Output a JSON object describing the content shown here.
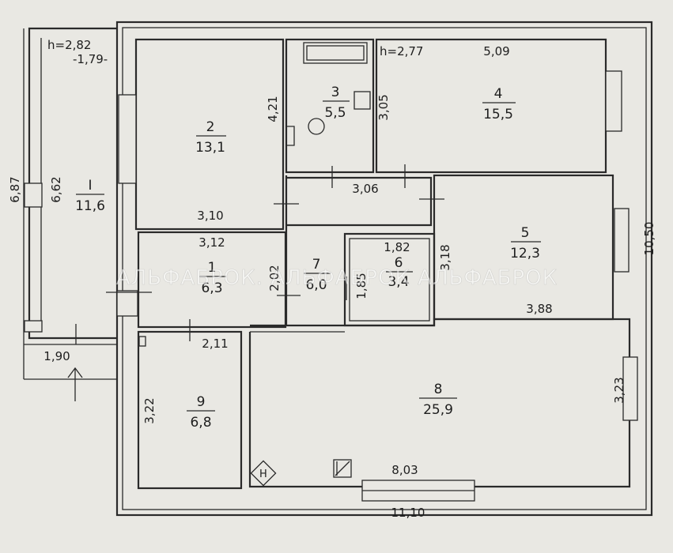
{
  "rooms": [
    {
      "id": "I",
      "area": "11,6"
    },
    {
      "id": "1",
      "area": "6,3"
    },
    {
      "id": "2",
      "area": "13,1"
    },
    {
      "id": "3",
      "area": "5,5"
    },
    {
      "id": "4",
      "area": "15,5"
    },
    {
      "id": "5",
      "area": "12,3"
    },
    {
      "id": "6",
      "area": "3,4"
    },
    {
      "id": "7",
      "area": "6,0"
    },
    {
      "id": "8",
      "area": "25,9"
    },
    {
      "id": "9",
      "area": "6,8"
    }
  ],
  "heights": {
    "balcony": "h=2,82",
    "main": "h=2,77"
  },
  "dims": {
    "balcony_top": "-1,79-",
    "balcony_left": "6,87",
    "balcony_inner": "6,62",
    "balcony_bottom": "1,90",
    "r2_side": "4,21",
    "r2_bottom": "3,10",
    "r1_top": "3,12",
    "r1_side": "2,02",
    "r4_width": "5,09",
    "r4_side": "3,05",
    "hall_width": "3,06",
    "r6_width": "1,82",
    "r6_side": "1,85",
    "r5_side": "3,18",
    "r5_bottom": "3,88",
    "r9_width": "2,11",
    "r9_side": "3,22",
    "r8_side": "3,23",
    "r8_bottom": "8,03",
    "overall_width": "11,10",
    "overall_height": "10,50"
  },
  "watermark": "АЛЬФАБРОК. АЛЬФАБРОК АЛЬФАБРОК"
}
